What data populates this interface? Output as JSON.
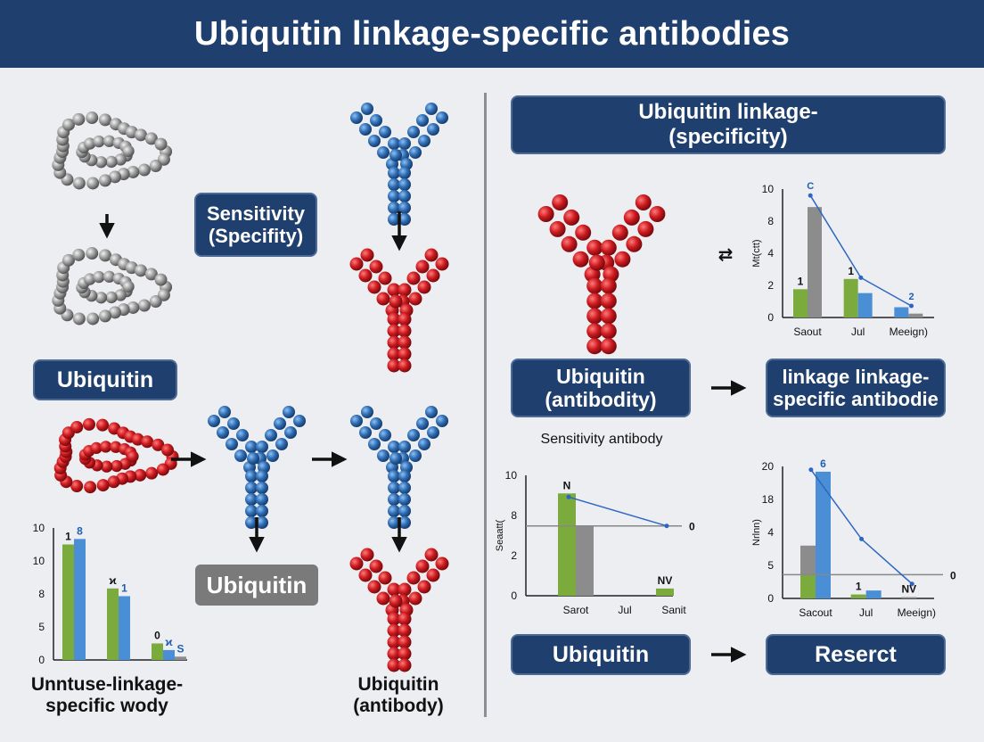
{
  "title": "Ubiquitin linkage-specific antibodies",
  "left": {
    "label_sensitivity": "Sensitivity\n(Specifity)",
    "label_ubiquitin": "Ubiquitin",
    "label_ubiquitin_grey": "Ubiquitin",
    "caption_bottom_left": "Unntuse-linkage-\nspecific wody",
    "caption_bottom_mid": "Ubiquitin\n(antibody)"
  },
  "right": {
    "header": "Ubiquitin linkage-\n(specificity)",
    "swap_symbol": "⇄",
    "label_antibody": "Ubiquitin\n(antibodity)",
    "label_linkage": "linkage linkage-\nspecific antibodie",
    "sensitivity_caption": "Sensitivity antibody",
    "label_ubiquitin_bottom": "Ubiquitin",
    "label_reserct": "Reserct"
  },
  "colors": {
    "navy": "#1f3f6e",
    "green": "#7aab3c",
    "blue": "#4a8fd6",
    "grey": "#8c8c8c",
    "red": "#c8141c",
    "antibody_blue": "#2f6db3"
  },
  "chart_data": [
    {
      "type": "bar",
      "id": "bottom-left",
      "yticks": [
        "10",
        "10",
        "8",
        "5",
        "0"
      ],
      "series_colors": [
        "#7aab3c",
        "#4a8fd6",
        "#8c8c8c"
      ],
      "groups": [
        {
          "values": [
            10.5,
            11
          ],
          "value_labels": [
            "1",
            "8"
          ]
        },
        {
          "values": [
            6.5,
            5.8
          ],
          "value_labels": [
            "ϰ",
            "1"
          ]
        },
        {
          "values": [
            1.5,
            0.9,
            0.3
          ],
          "value_labels": [
            "0",
            "ϰ",
            "S"
          ]
        }
      ]
    },
    {
      "type": "bar",
      "id": "top-right",
      "ylabel": "Mt(ctt)",
      "yticks": [
        "10",
        "8",
        "4",
        "2",
        "0"
      ],
      "xlabels": [
        "Saout",
        "Jul",
        "Meeign)"
      ],
      "groups": [
        {
          "values": [
            2.2,
            8.6
          ],
          "colors": [
            "#7aab3c",
            "#8c8c8c"
          ],
          "value_labels": [
            "1",
            ""
          ]
        },
        {
          "values": [
            3.0,
            1.9
          ],
          "colors": [
            "#7aab3c",
            "#4a8fd6"
          ],
          "value_labels": [
            "1",
            ""
          ]
        },
        {
          "values": [
            0.8,
            0.3
          ],
          "colors": [
            "#4a8fd6",
            "#8c8c8c"
          ],
          "value_labels": [
            "",
            ""
          ]
        }
      ],
      "line": {
        "values": [
          9.5,
          3.1,
          0.9
        ],
        "labels": [
          "C",
          "",
          "2"
        ]
      }
    },
    {
      "type": "bar",
      "id": "bottom-middle",
      "ylabel": "Seaatt(",
      "yticks": [
        "10",
        "8",
        "2",
        "0"
      ],
      "xlabels": [
        "Sarot",
        "Jul",
        "Sanit"
      ],
      "groups": [
        {
          "values": [
            8.5,
            5.8
          ],
          "colors": [
            "#7aab3c",
            "#8c8c8c"
          ],
          "value_labels": [
            "N",
            ""
          ]
        },
        {
          "values": [],
          "colors": [],
          "value_labels": []
        },
        {
          "values": [
            0.6
          ],
          "colors": [
            "#7aab3c"
          ],
          "value_labels": [
            "NV"
          ]
        }
      ],
      "line": {
        "values": [
          8.2,
          null,
          5.8
        ],
        "labels": [
          "",
          "",
          ""
        ]
      },
      "reference": {
        "value": 5.8,
        "label": "0"
      }
    },
    {
      "type": "bar",
      "id": "bottom-right",
      "ylabel": "Nrlnn)",
      "yticks": [
        "20",
        "18",
        "4",
        "5",
        "0"
      ],
      "xlabels": [
        "Sacout",
        "Jul",
        "Meeign)"
      ],
      "groups": [
        {
          "values": [
            8.0,
            19.2
          ],
          "colors": [
            "#8c8c8c",
            "#4a8fd6"
          ],
          "value_labels": [
            "",
            "6"
          ]
        },
        {
          "values": [
            0.6,
            1.2
          ],
          "colors": [
            "#7aab3c",
            "#4a8fd6"
          ],
          "value_labels": [
            "1",
            ""
          ]
        },
        {
          "values": [
            0.2
          ],
          "colors": [
            "#8c8c8c"
          ],
          "value_labels": [
            "NV"
          ]
        }
      ],
      "green_base": 3.6,
      "line": {
        "values": [
          19.5,
          9.0,
          2.2
        ],
        "labels": [
          "",
          "",
          ""
        ]
      },
      "reference": {
        "value": 3.6,
        "label": "0"
      }
    }
  ]
}
